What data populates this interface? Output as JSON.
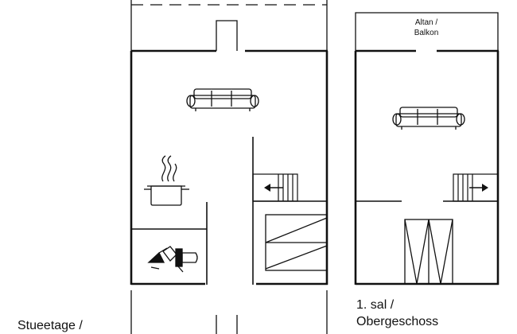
{
  "plan": {
    "ground_floor_label": "Stueetage /",
    "first_floor_label_line1": "1. sal /",
    "first_floor_label_line2": "Obergeschoss",
    "balcony_label_line1": "Altan /",
    "balcony_label_line2": "Balkon"
  },
  "icons": {
    "sofa": "sofa-icon",
    "cooking_pot": "cooking-pot-icon",
    "shower": "shower-icon",
    "toilet": "toilet-icon",
    "stairs": "stairs-icon",
    "arrow": "arrow-icon"
  },
  "colors": {
    "wall": "#111111",
    "background": "#ffffff"
  }
}
